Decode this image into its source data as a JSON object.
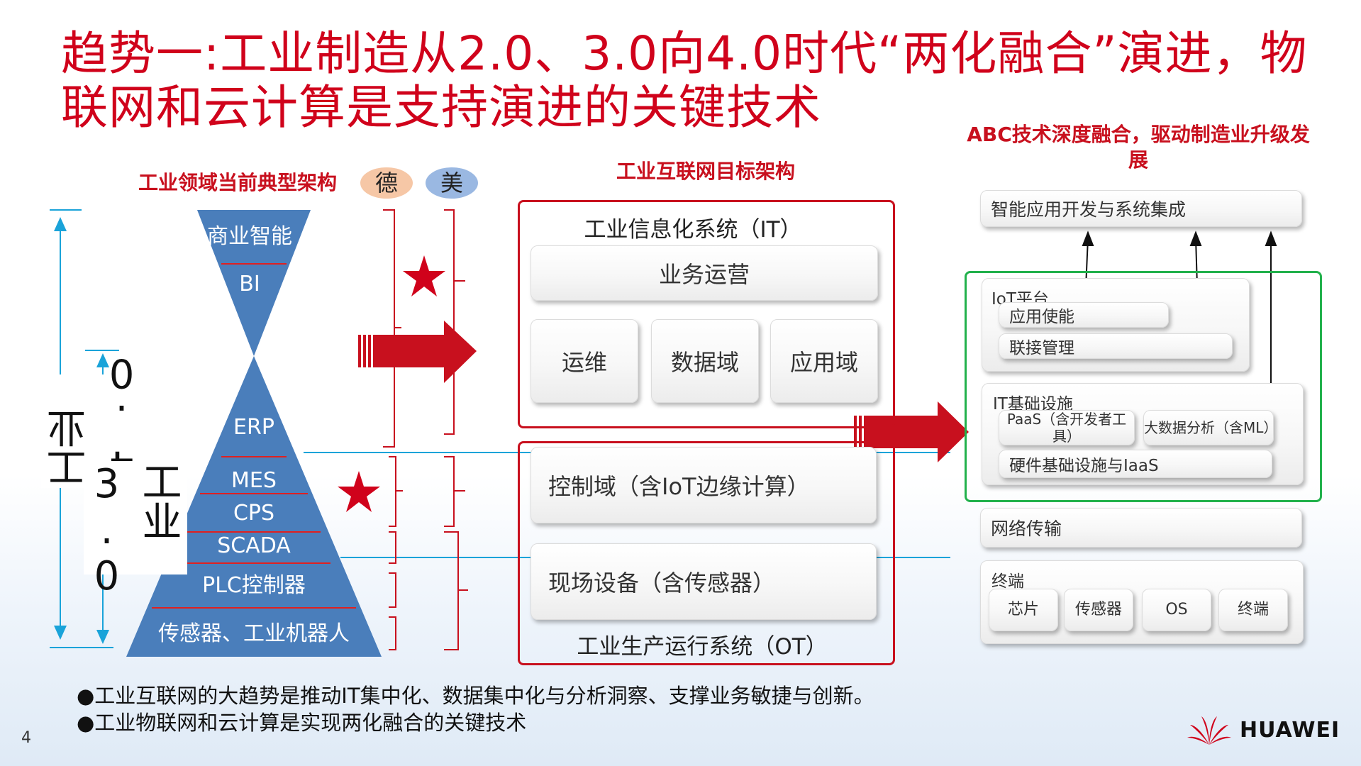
{
  "title": "趋势一:工业制造从2.0、3.0向4.0时代“两化融合”演进，物联网和云计算是支持演进的关键技术",
  "left": {
    "heading": "工业领域当前典型架构",
    "badge_de": "德",
    "badge_mei": "美",
    "layers_top": [
      "商业智能",
      "BI"
    ],
    "layers_bottom": [
      "ERP",
      "MES",
      "CPS",
      "SCADA",
      "PLC控制器",
      "传感器、工业机器人"
    ],
    "label_40": "工业4.0",
    "label_30": "工业3.0"
  },
  "middle": {
    "heading": "工业互联网目标架构",
    "it_title": "工业信息化系统（IT）",
    "business_ops": "业务运营",
    "ops": "运维",
    "data_domain": "数据域",
    "app_domain": "应用域",
    "control_domain": "控制域（含IoT边缘计算）",
    "field_devices": "现场设备（含传感器）",
    "ot_title": "工业生产运行系统（OT）"
  },
  "right": {
    "heading": "ABC技术深度融合，驱动制造业升级发展",
    "smart_app": "智能应用开发与系统集成",
    "iot_platform": "IoT平台",
    "app_enable": "应用使能",
    "conn_mgmt": "联接管理",
    "it_infra": "IT基础设施",
    "paas": "PaaS（含开发者工具）",
    "bigdata": "大数据分析（含ML）",
    "hw_infra": "硬件基础设施与IaaS",
    "network": "网络传输",
    "terminal": "终端",
    "chip": "芯片",
    "sensor": "传感器",
    "os": "OS",
    "terminal_item": "终端"
  },
  "bullets": [
    "●工业互联网的大趋势是推动IT集中化、数据集中化与分析洞察、支撑业务敏捷与创新。",
    "●工业物联网和云计算是实现两化融合的关键技术"
  ],
  "page_number": "4",
  "logo_text": "HUAWEI",
  "colors": {
    "red": "#c8101e",
    "blue": "#4a7ebb",
    "green": "#22b14c",
    "cyan": "#1aa3d9"
  }
}
